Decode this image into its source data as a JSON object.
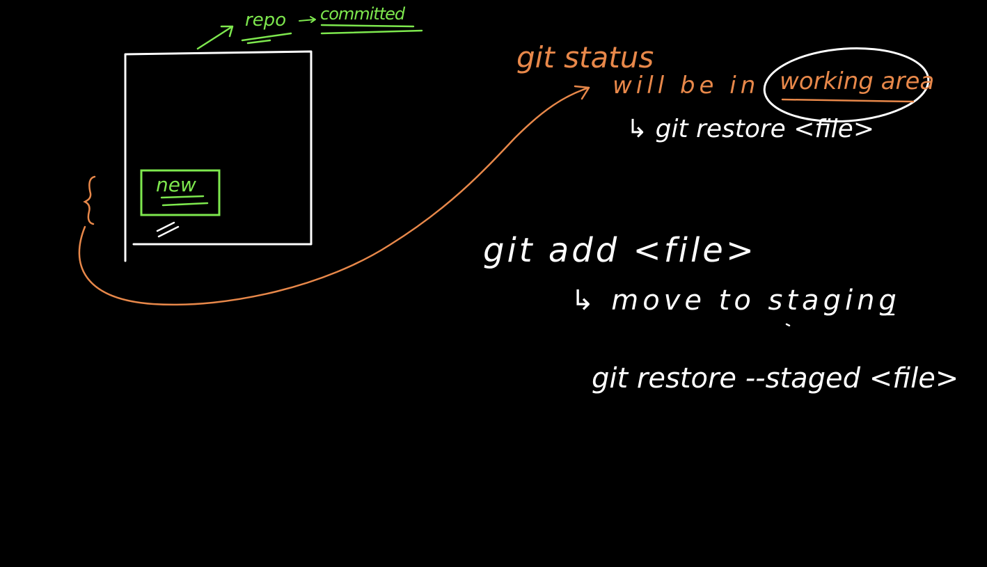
{
  "colors": {
    "background": "#000000",
    "white": "#ffffff",
    "green": "#7ee84e",
    "orange": "#e8884a"
  },
  "labels": {
    "repo": "repo",
    "committed": "committed",
    "new": "new",
    "git_status": "git status",
    "will_be_in": "will be in",
    "working_area": "working area",
    "git_restore_file": "↳ git restore <file>",
    "git_add_file": "git add <file>",
    "move_to_staging": "↳ move to staging",
    "git_restore_staged_file": "git restore --staged <file>"
  }
}
